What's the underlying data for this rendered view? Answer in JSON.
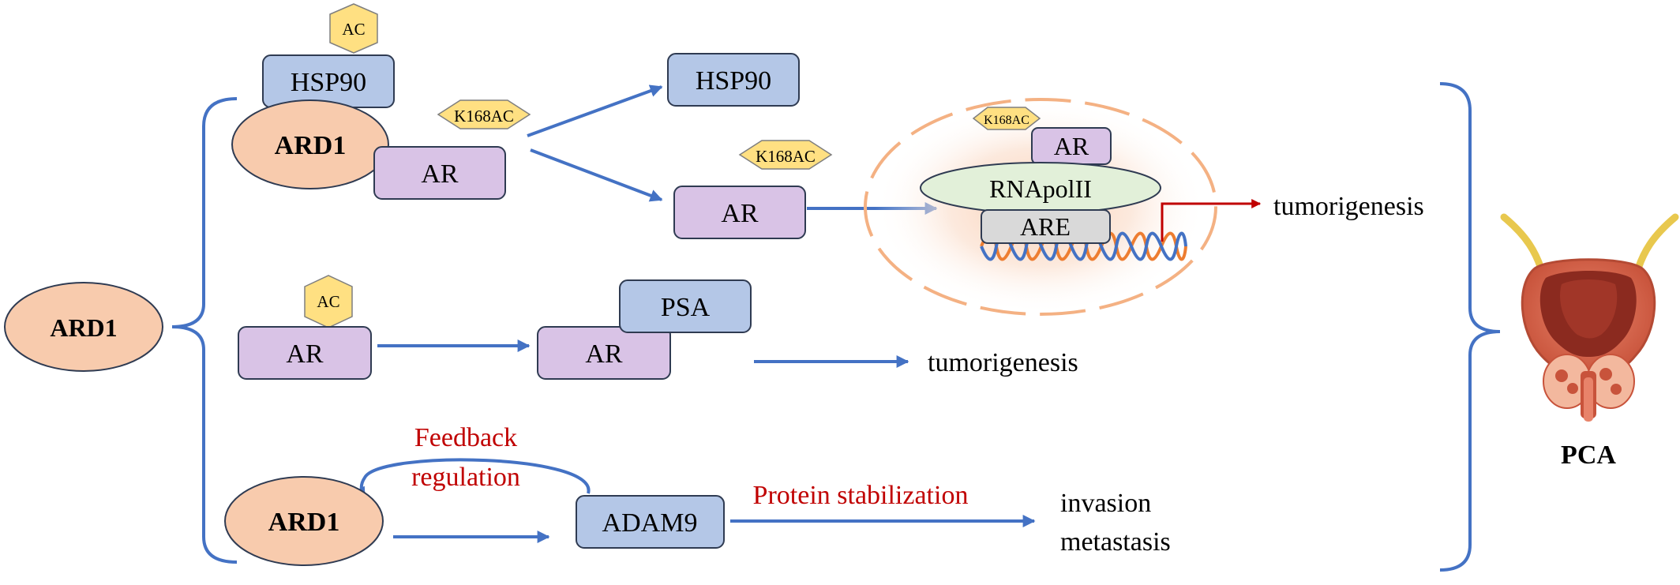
{
  "colors": {
    "blue_box": "#b4c7e7",
    "purple_box": "#d9c3e6",
    "peach_oval": "#f8cbad",
    "hexagon": "#ffe082",
    "green_oval": "#e2f0d9",
    "gray_box": "#d9d9d9",
    "arrow_blue": "#4472c4",
    "arrow_red": "#c00000",
    "nucleus_orange": "#f4b183",
    "text_red": "#c00000"
  },
  "icons": [
    "prostate-organ-icon",
    "dna-helix-icon"
  ],
  "left_node": {
    "label": "ARD1"
  },
  "pathway_top": {
    "ard1": "ARD1",
    "hsp90_bound": "HSP90",
    "ac_tag": "AC",
    "ar_bound": "AR",
    "k168_tag": "K168AC",
    "hsp90_released": "HSP90",
    "ar_released": "AR",
    "k168_tag_released": "K168AC",
    "nucleus": {
      "k168_tag": "K168AC",
      "ar": "AR",
      "rnapol": "RNApolII",
      "are": "ARE"
    },
    "outcome": "tumorigenesis"
  },
  "pathway_middle": {
    "ac_tag": "AC",
    "ar_left": "AR",
    "psa": "PSA",
    "ar_right": "AR",
    "outcome": "tumorigenesis"
  },
  "pathway_bottom": {
    "feedback_line1": "Feedback",
    "feedback_line2": "regulation",
    "ard1": "ARD1",
    "adam9": "ADAM9",
    "stabilization": "Protein stabilization",
    "outcome_line1": "invasion",
    "outcome_line2": "metastasis"
  },
  "result": {
    "label": "PCA"
  }
}
